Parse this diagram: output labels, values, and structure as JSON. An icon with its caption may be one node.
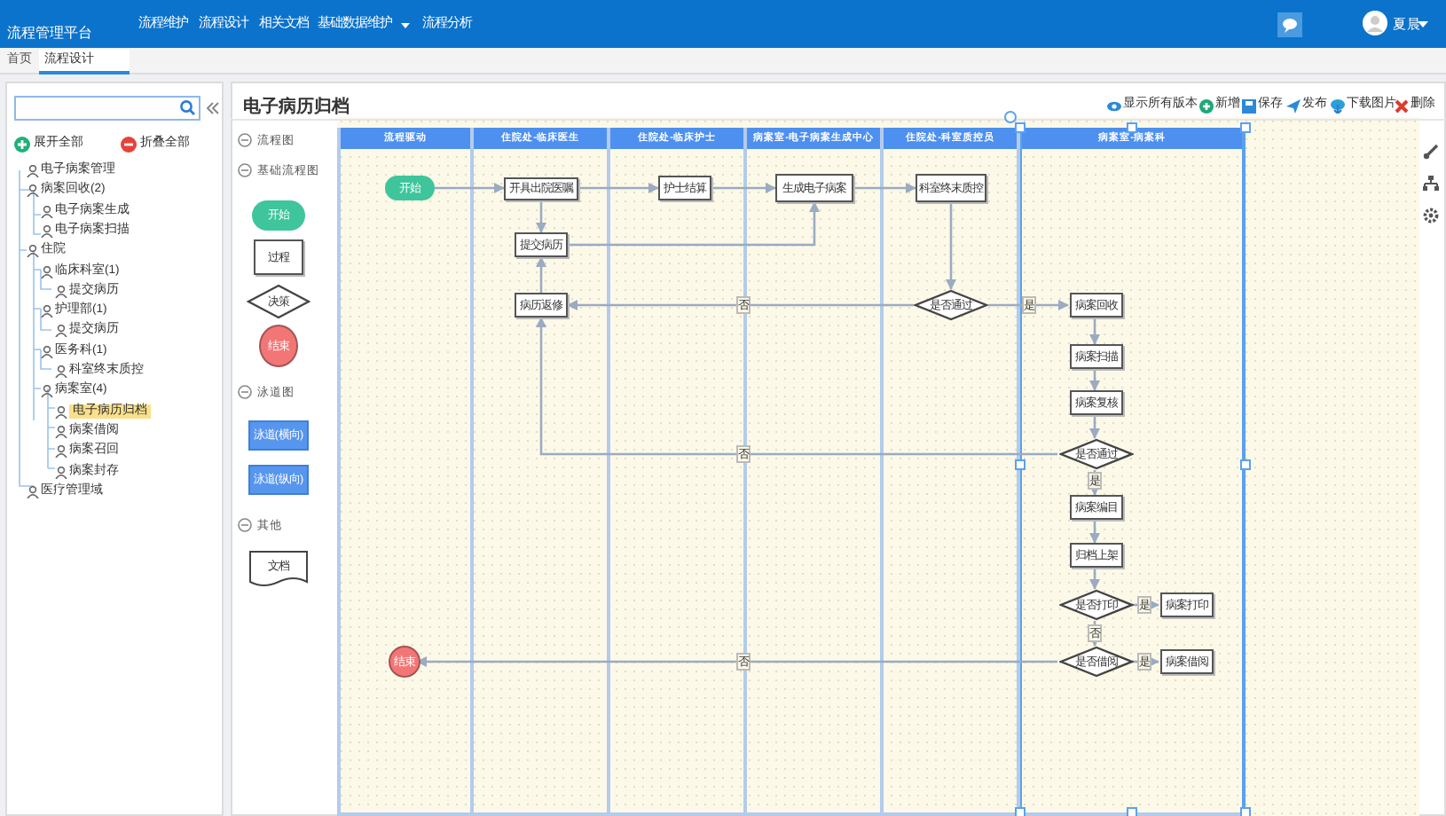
{
  "diagram": {
    "title": "电子病历归档",
    "nodes": [
      {
        "text": [
          "开始"
        ]
      },
      {
        "text": [
          "过程"
        ]
      },
      {
        "text": [
          "决策"
        ]
      },
      {
        "text": [
          "结束"
        ]
      },
      {
        "text": [
          "泳道(横向)"
        ]
      },
      {
        "text": [
          "泳道(纵向)"
        ]
      },
      {
        "text": [
          "文档"
        ]
      },
      {
        "text": [
          "流程驱动"
        ]
      },
      {
        "text": [
          "住院处-临床医生"
        ]
      },
      {
        "text": [
          "住院处-临床护士"
        ]
      },
      {
        "text": [
          "病案室-电子病案生成中心"
        ]
      },
      {
        "text": [
          "住院处-科室质控员"
        ]
      },
      {
        "text": [
          "病案室-病案科"
        ]
      },
      {
        "text": [
          "开始"
        ],
        "in": 7
      },
      {
        "text": [
          "开具出院医嘱"
        ],
        "in": 8
      },
      {
        "text": [
          "护士结算"
        ],
        "in": 9
      },
      {
        "text": [
          "生成电子病案"
        ],
        "in": 10
      },
      {
        "text": [
          "科室终末质控"
        ],
        "in": 11
      },
      {
        "text": [
          "提交病历"
        ],
        "in": 8
      },
      {
        "text": [
          "病历返修"
        ],
        "in": 8
      },
      {
        "text": [
          "是否通过"
        ],
        "in": 11
      },
      {
        "text": [
          "病案回收"
        ],
        "in": 12
      },
      {
        "text": [
          "病案扫描"
        ],
        "in": 12
      },
      {
        "text": [
          "病案复核"
        ],
        "in": 12
      },
      {
        "text": [
          "是否通过"
        ],
        "in": 12
      },
      {
        "text": [
          "病案编目"
        ],
        "in": 12
      },
      {
        "text": [
          "归档上架"
        ],
        "in": 12
      },
      {
        "text": [
          "是否打印"
        ],
        "in": 12
      },
      {
        "text": [
          "病案打印"
        ],
        "in": 12
      },
      {
        "text": [
          "是否借阅"
        ],
        "in": 12
      },
      {
        "text": [
          "病案借阅"
        ],
        "in": 12
      },
      {
        "text": [
          "结束"
        ],
        "in": 7
      }
    ],
    "edges": [
      {
        "from": 13,
        "to": 14,
        "arrow": "to"
      },
      {
        "from": 14,
        "to": 15,
        "arrow": "to"
      },
      {
        "from": 15,
        "to": 16,
        "arrow": "to"
      },
      {
        "from": 14,
        "to": 18,
        "arrow": "to"
      },
      {
        "from": 18,
        "to": 16,
        "arrow": "to"
      },
      {
        "from": 16,
        "to": 17,
        "arrow": "to"
      },
      {
        "from": 17,
        "to": 20,
        "arrow": "to"
      },
      {
        "from": 20,
        "to": 19,
        "arrow": "to",
        "label": "否"
      },
      {
        "from": 19,
        "to": 18,
        "arrow": "to"
      },
      {
        "from": 20,
        "to": 21,
        "arrow": "to",
        "label": "是"
      },
      {
        "from": 21,
        "to": 22,
        "arrow": "to"
      },
      {
        "from": 22,
        "to": 23,
        "arrow": "to"
      },
      {
        "from": 23,
        "to": 24,
        "arrow": "to"
      },
      {
        "from": 24,
        "to": 19,
        "arrow": "to",
        "label": "否"
      },
      {
        "from": 24,
        "to": 25,
        "arrow": "to",
        "label": "是"
      },
      {
        "from": 25,
        "to": 26,
        "arrow": "to"
      },
      {
        "from": 26,
        "to": 27,
        "arrow": "to"
      },
      {
        "from": 27,
        "to": 28,
        "arrow": "to",
        "label": "是"
      },
      {
        "from": 27,
        "to": 29,
        "arrow": "to",
        "label": "否"
      },
      {
        "from": 29,
        "to": 30,
        "arrow": "to",
        "label": "是"
      },
      {
        "from": 29,
        "to": 31,
        "arrow": "to",
        "label": "否"
      }
    ],
    "labels": [
      "流程管理平台",
      "流程维护",
      "流程设计",
      "相关文档",
      "基础数据维护",
      "流程分析",
      "夏晨",
      "首页",
      "流程设计",
      "展开全部",
      "折叠全部",
      "电子病案管理",
      "病案回收(2)",
      "电子病案生成",
      "电子病案扫描",
      "住院",
      "临床科室(1)",
      "提交病历",
      "护理部(1)",
      "提交病历",
      "医务科(1)",
      "科室终末质控",
      "病案室(4)",
      "电子病历归档",
      "病案借阅",
      "病案召回",
      "病案封存",
      "医疗管理域",
      "显示所有版本",
      "新增",
      "保存",
      "发布",
      "下载图片",
      "删除",
      "流程图",
      "基础流程图",
      "泳道图",
      "其他"
    ]
  }
}
